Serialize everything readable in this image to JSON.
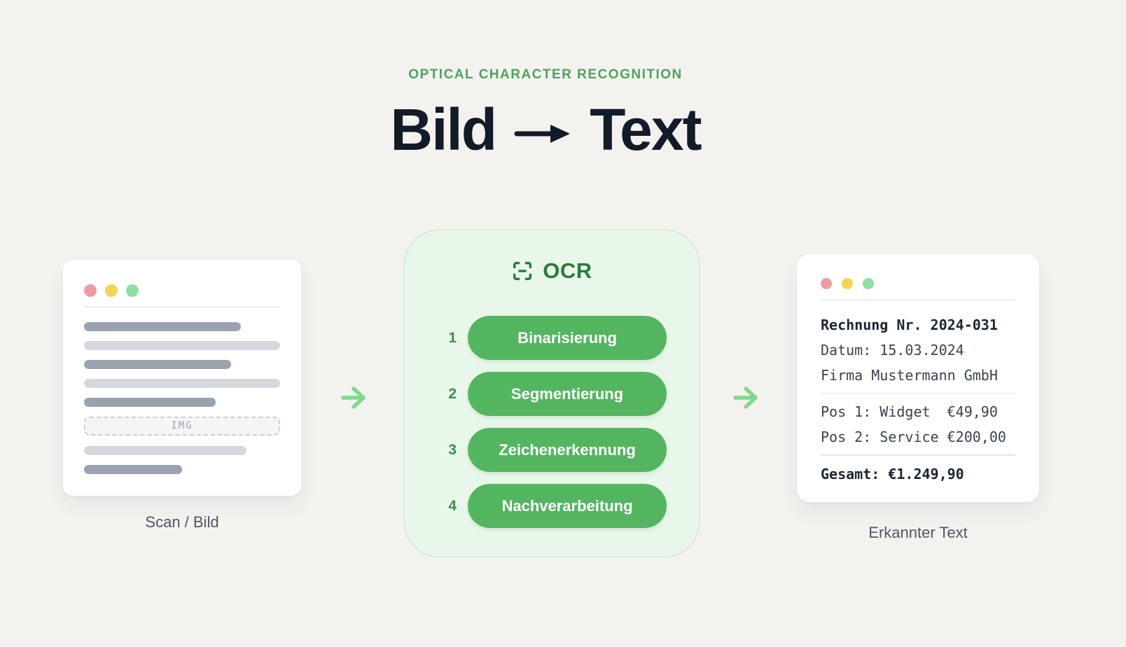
{
  "header": {
    "eyebrow": "OPTICAL CHARACTER RECOGNITION",
    "title_word_left": "Bild",
    "title_word_right": "Text"
  },
  "input_card": {
    "label": "Scan / Bild",
    "img_label": "IMG",
    "bars": [
      {
        "tone": "dark",
        "width_pct": 80
      },
      {
        "tone": "light",
        "width_pct": 100
      },
      {
        "tone": "dark",
        "width_pct": 75
      },
      {
        "tone": "light",
        "width_pct": 100
      },
      {
        "tone": "dark",
        "width_pct": 67
      },
      {
        "type": "img"
      },
      {
        "tone": "light",
        "width_pct": 83
      },
      {
        "tone": "dark",
        "width_pct": 50
      }
    ]
  },
  "ocr_box": {
    "title": "OCR",
    "steps": [
      {
        "number": "1",
        "label": "Binarisierung"
      },
      {
        "number": "2",
        "label": "Segmentierung"
      },
      {
        "number": "3",
        "label": "Zeichenerkennung"
      },
      {
        "number": "4",
        "label": "Nachverarbeitung"
      }
    ]
  },
  "output_card": {
    "label": "Erkannter Text",
    "lines": [
      {
        "text": "Rechnung Nr. 2024-031",
        "bold": true
      },
      {
        "text": "Datum: 15.03.2024",
        "bold": false
      },
      {
        "text": "Firma Mustermann GmbH",
        "bold": false
      },
      {
        "text": "Pos 1: Widget  €49,90",
        "bold": false
      },
      {
        "text": "Pos 2: Service €200,00",
        "bold": false
      },
      {
        "text": "Gesamt: €1.249,90",
        "bold": true
      }
    ]
  },
  "colors": {
    "background": "#F4F2EF",
    "accent_green": "#54B560",
    "deep_green": "#2A7B3B",
    "light_green_panel": "#E9F7EB",
    "arrow_green": "#7FD98B",
    "title_dark": "#131B29",
    "window_dots": [
      "#EF9AA1",
      "#F5D452",
      "#90DFA2"
    ]
  }
}
